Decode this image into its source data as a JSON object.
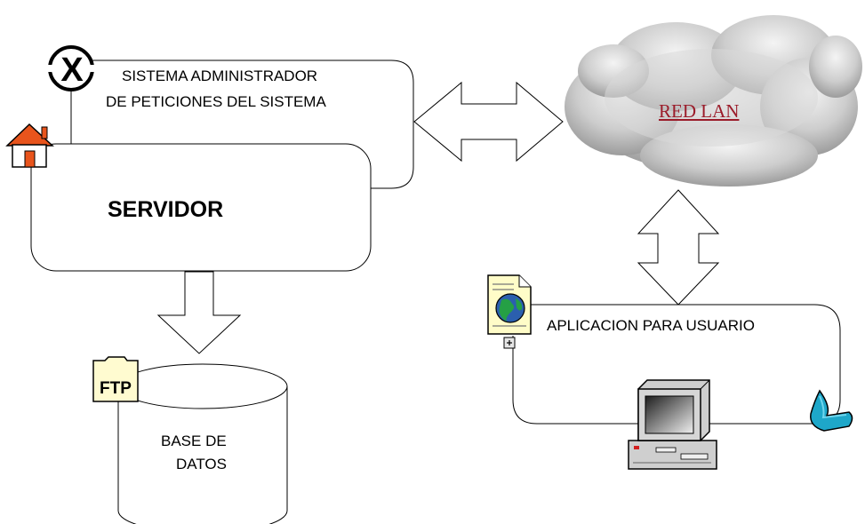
{
  "nodes": {
    "sistema": {
      "line1": "SISTEMA ADMINISTRADOR",
      "line2": "DE PETICIONES DEL SISTEMA"
    },
    "servidor": {
      "label": "SERVIDOR"
    },
    "red_lan": {
      "label": "RED LAN"
    },
    "aplicacion": {
      "label": "APLICACION PARA USUARIO"
    },
    "base_datos": {
      "line1": "BASE DE",
      "line2": "DATOS"
    }
  },
  "icons": {
    "ftp": {
      "name": "ftp-folder-icon",
      "text": "FTP"
    },
    "x_logo": {
      "name": "x-logo-icon",
      "text": "X"
    },
    "home": {
      "name": "home-icon"
    },
    "web_doc": {
      "name": "web-document-icon"
    },
    "computer": {
      "name": "computer-icon"
    },
    "mouse": {
      "name": "mouse-icon"
    }
  },
  "colors": {
    "red_lan_text": "#9b1c2a",
    "cloud": "#c8c8c8",
    "house_roof": "#e8541c"
  }
}
